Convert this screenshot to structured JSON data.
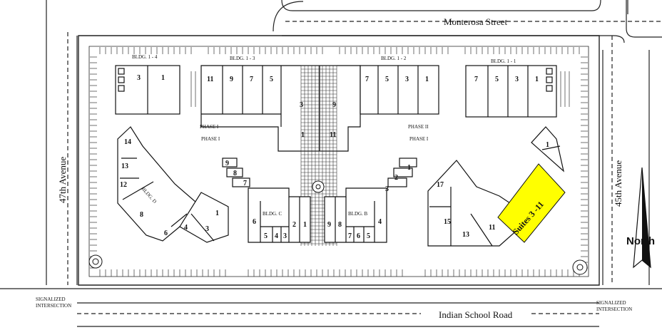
{
  "streets": {
    "north": "Monterosa Street",
    "south": "Indian School Road",
    "west": "47th Avenue",
    "east": "45th Avenue"
  },
  "intersections": {
    "left_line1": "SIGNALIZED",
    "left_line2": "INTERSECTION",
    "right_line1": "SIGNALIZED",
    "right_line2": "INTERSECTION"
  },
  "buildings": {
    "b14": {
      "label": "BLDG. 1 - 4",
      "suites": [
        "3",
        "1"
      ]
    },
    "b13": {
      "label": "BLDG. 1 - 3",
      "suites": [
        "11",
        "9",
        "7",
        "5",
        "3",
        "9",
        "1",
        "11"
      ]
    },
    "b12": {
      "label": "BLDG. 1 - 2",
      "suites": [
        "7",
        "5",
        "3",
        "1"
      ]
    },
    "b11": {
      "label": "BLDG. 1 - 1",
      "suites": [
        "7",
        "5",
        "3",
        "1"
      ]
    },
    "bldg_d": {
      "label": "BLDG. D",
      "suites": [
        "14",
        "13",
        "12",
        "8",
        "6",
        "4",
        "3",
        "1"
      ]
    },
    "bldg_c": {
      "label": "BLDG. C",
      "suites": [
        "9",
        "8",
        "7",
        "6",
        "5",
        "4",
        "3",
        "2",
        "1"
      ]
    },
    "bldg_b": {
      "label": "BLDG. B",
      "suites": [
        "9",
        "8",
        "7",
        "6",
        "5",
        "4",
        "3",
        "2",
        "1"
      ]
    },
    "bldg_e": {
      "suites": [
        "17",
        "15",
        "13",
        "11",
        "1"
      ]
    }
  },
  "phase_labels": [
    "PHASE I",
    "PHASE I",
    "PHASE II",
    "PHASE I"
  ],
  "highlight": {
    "label": "Suites 3 -11",
    "color": "#ffff00"
  },
  "north_arrow": {
    "label": "North"
  }
}
